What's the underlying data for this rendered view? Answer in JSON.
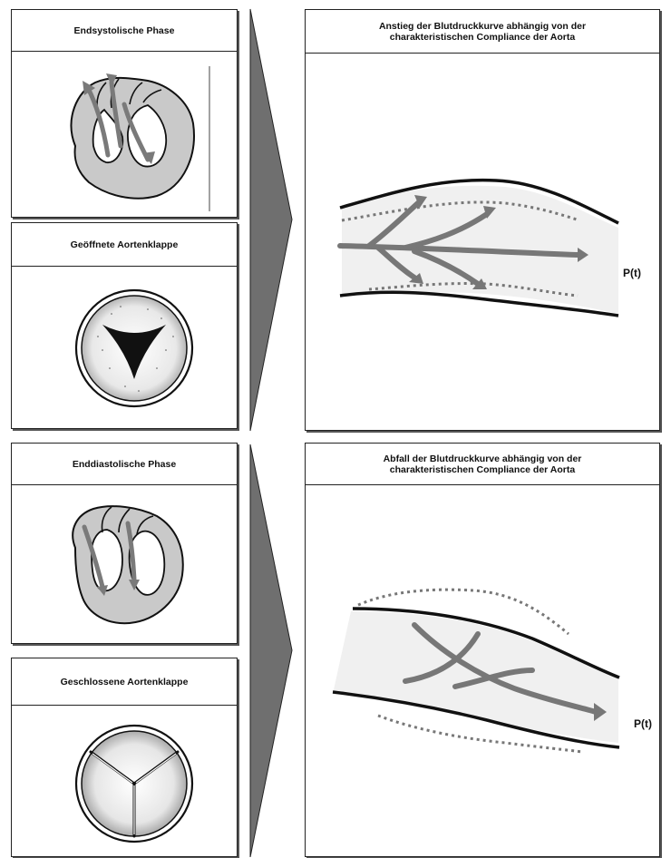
{
  "top": {
    "systole_title": "Endsystolische Phase",
    "valve_open_title": "Geöffnete Aortenklappe",
    "rise_title_line1": "Anstieg der Blutdruckkurve abhängig von der",
    "rise_title_line2": "charakteristischen Compliance der Aorta",
    "pressure_label": "P(t)"
  },
  "bottom": {
    "diastole_title": "Enddiastolische Phase",
    "valve_closed_title": "Geschlossene Aortenklappe",
    "fall_title_line1": "Abfall der Blutdruckkurve abhängig von der",
    "fall_title_line2": "charakteristischen Compliance der Aorta",
    "pressure_label": "P(t)"
  },
  "colors": {
    "arrow_gray": "#777777",
    "tissue_gray": "#c8c8c8",
    "outline": "#111111"
  }
}
